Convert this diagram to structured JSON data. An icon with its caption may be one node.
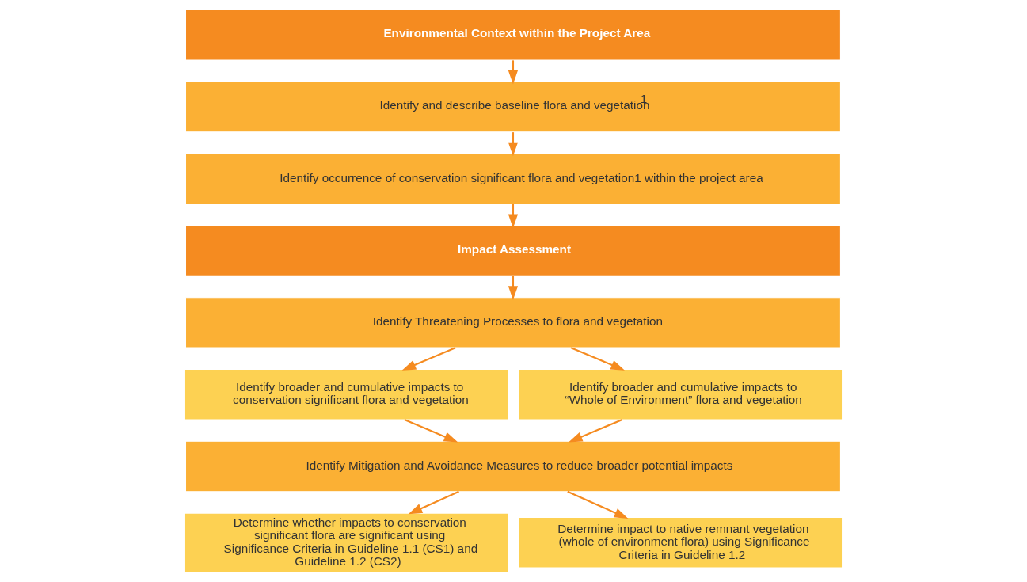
{
  "diagram": {
    "nodes": [
      {
        "text": [
          "Environmental Context within the Project Area"
        ]
      },
      {
        "text": [
          "Identify and describe baseline flora and vegetation$^{1}$"
        ]
      },
      {
        "text": [
          "Identify occurrence of conservation significant flora and vegetation1 within the project area"
        ]
      },
      {
        "text": [
          "Impact Assessment"
        ]
      },
      {
        "text": [
          "Identify Threatening Processes to flora and vegetation"
        ]
      },
      {
        "text": [
          "Identify broader and cumulative impacts to conservation significant flora and vegetation"
        ]
      },
      {
        "text": [
          "Identify broader and cumulative impacts to “Whole of Environment” flora and vegetation"
        ]
      },
      {
        "text": [
          "Identify Mitigation and Avoidance Measures to reduce broader potential impacts"
        ]
      },
      {
        "text": [
          "Determine whether impacts to conservation significant flora are significant using Significance Criteria in Guideline 1.1 (CS1) and Guideline 1.2 (CS2)"
        ]
      },
      {
        "text": [
          "Determine impact to native remnant vegetation (whole of environment flora) using Significance Criteria in Guideline 1.2"
        ]
      }
    ],
    "edges": [
      {
        "from": 0,
        "to": 1,
        "arrow": "to"
      },
      {
        "from": 1,
        "to": 2,
        "arrow": "to"
      },
      {
        "from": 2,
        "to": 3,
        "arrow": "to"
      },
      {
        "from": 3,
        "to": 4,
        "arrow": "to"
      },
      {
        "from": 4,
        "to": 5,
        "arrow": "to"
      },
      {
        "from": 4,
        "to": 6,
        "arrow": "to"
      },
      {
        "from": 5,
        "to": 7,
        "arrow": "to"
      },
      {
        "from": 6,
        "to": 7,
        "arrow": "to"
      },
      {
        "from": 7,
        "to": 8,
        "arrow": "to"
      },
      {
        "from": 7,
        "to": 9,
        "arrow": "to"
      }
    ]
  }
}
